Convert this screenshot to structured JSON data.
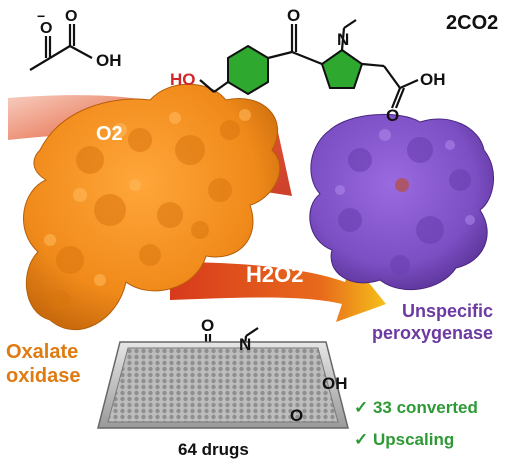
{
  "co2_label": "2CO2",
  "o2_label": "O2",
  "h2o2_label": "H2O2",
  "oxalate_atoms": {
    "oh": "OH",
    "o": "O",
    "o_minus": "O",
    "charge": "−"
  },
  "product_top_atoms": {
    "ho": "HO",
    "o_carbonyl": "O",
    "n": "N",
    "oh": "OH",
    "o_acid": "O"
  },
  "product_bottom_atoms": {
    "o_carbonyl": "O",
    "n": "N",
    "oh": "OH",
    "o_acid": "O"
  },
  "enzyme_left": {
    "line1": "Oxalate",
    "line2": "oxidase"
  },
  "enzyme_right": {
    "line1": "Unspecific",
    "line2": "peroxygenase"
  },
  "plate_label": "64 drugs",
  "result_1": "✓ 33 converted",
  "result_2": "✓ Upscaling",
  "colors": {
    "orange_enzyme": "#f28c1c",
    "purple_enzyme": "#7c4fc4",
    "arrow_red": "#e0461c",
    "arrow_yellow": "#f5c01a",
    "green_ring": "#2fa82f",
    "text_orange": "#e07b12",
    "text_purple": "#6c3aa0",
    "text_green": "#2e9a35",
    "hydroxyl_red": "#d0282a"
  }
}
